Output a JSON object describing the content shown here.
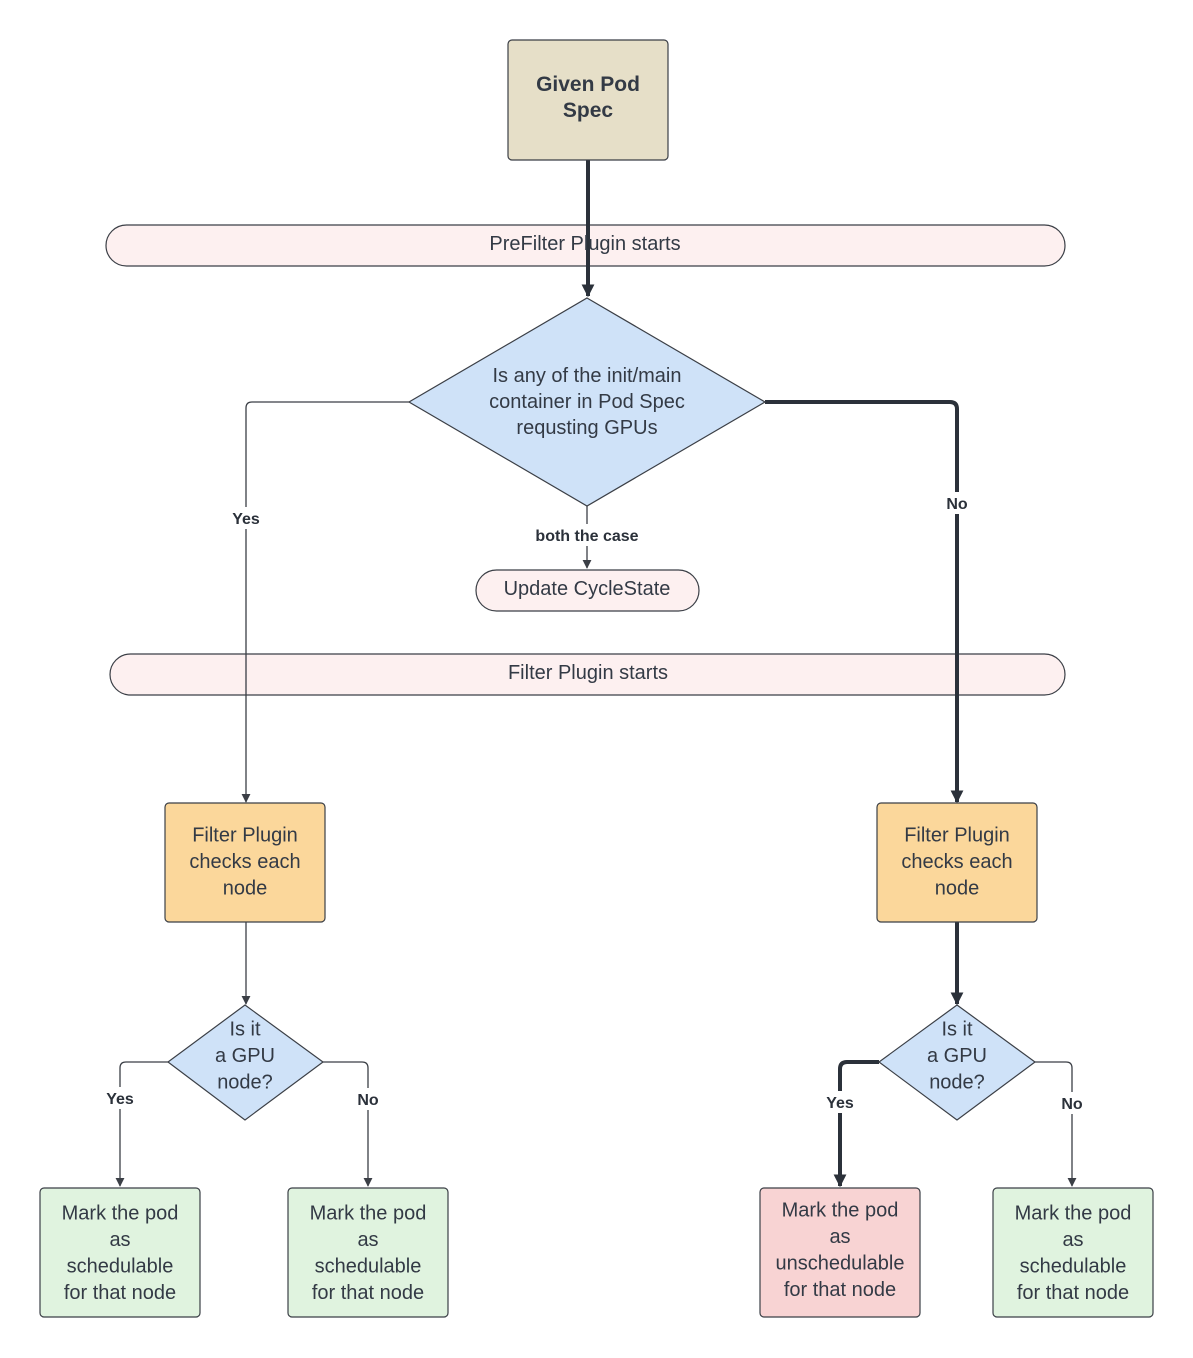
{
  "colors": {
    "start": "#e6dfc8",
    "band": "#fdf0f0",
    "decision": "#cfe2f8",
    "process": "#fbd79b",
    "schedulable": "#e0f3df",
    "unschedulable": "#f8d3d3",
    "stroke": "#3b3f46"
  },
  "nodes": {
    "start": [
      "Given Pod",
      "Spec"
    ],
    "prefilter_band": [
      "PreFilter Plugin starts"
    ],
    "decision_main": [
      "Is any of the init/main",
      "container in Pod Spec",
      "requsting GPUs"
    ],
    "update_state": [
      "Update CycleState"
    ],
    "filter_band": [
      "Filter Plugin starts"
    ],
    "filter_left": [
      "Filter Plugin",
      "checks each",
      "node"
    ],
    "filter_right": [
      "Filter Plugin",
      "checks each",
      "node"
    ],
    "gpu_left": [
      "Is it",
      "a GPU",
      "node?"
    ],
    "gpu_right": [
      "Is it",
      "a GPU",
      "node?"
    ],
    "mark_ll": [
      "Mark the pod",
      "as",
      "schedulable",
      "for that node"
    ],
    "mark_lr": [
      "Mark the pod",
      "as",
      "schedulable",
      "for that node"
    ],
    "mark_rl": [
      "Mark the pod",
      "as",
      "unschedulable",
      "for that node"
    ],
    "mark_rr": [
      "Mark the pod",
      "as",
      "schedulable",
      "for that node"
    ]
  },
  "edge_labels": {
    "main_yes": "Yes",
    "main_no": "No",
    "main_both": "both the case",
    "left_yes": "Yes",
    "left_no": "No",
    "right_yes": "Yes",
    "right_no": "No"
  }
}
